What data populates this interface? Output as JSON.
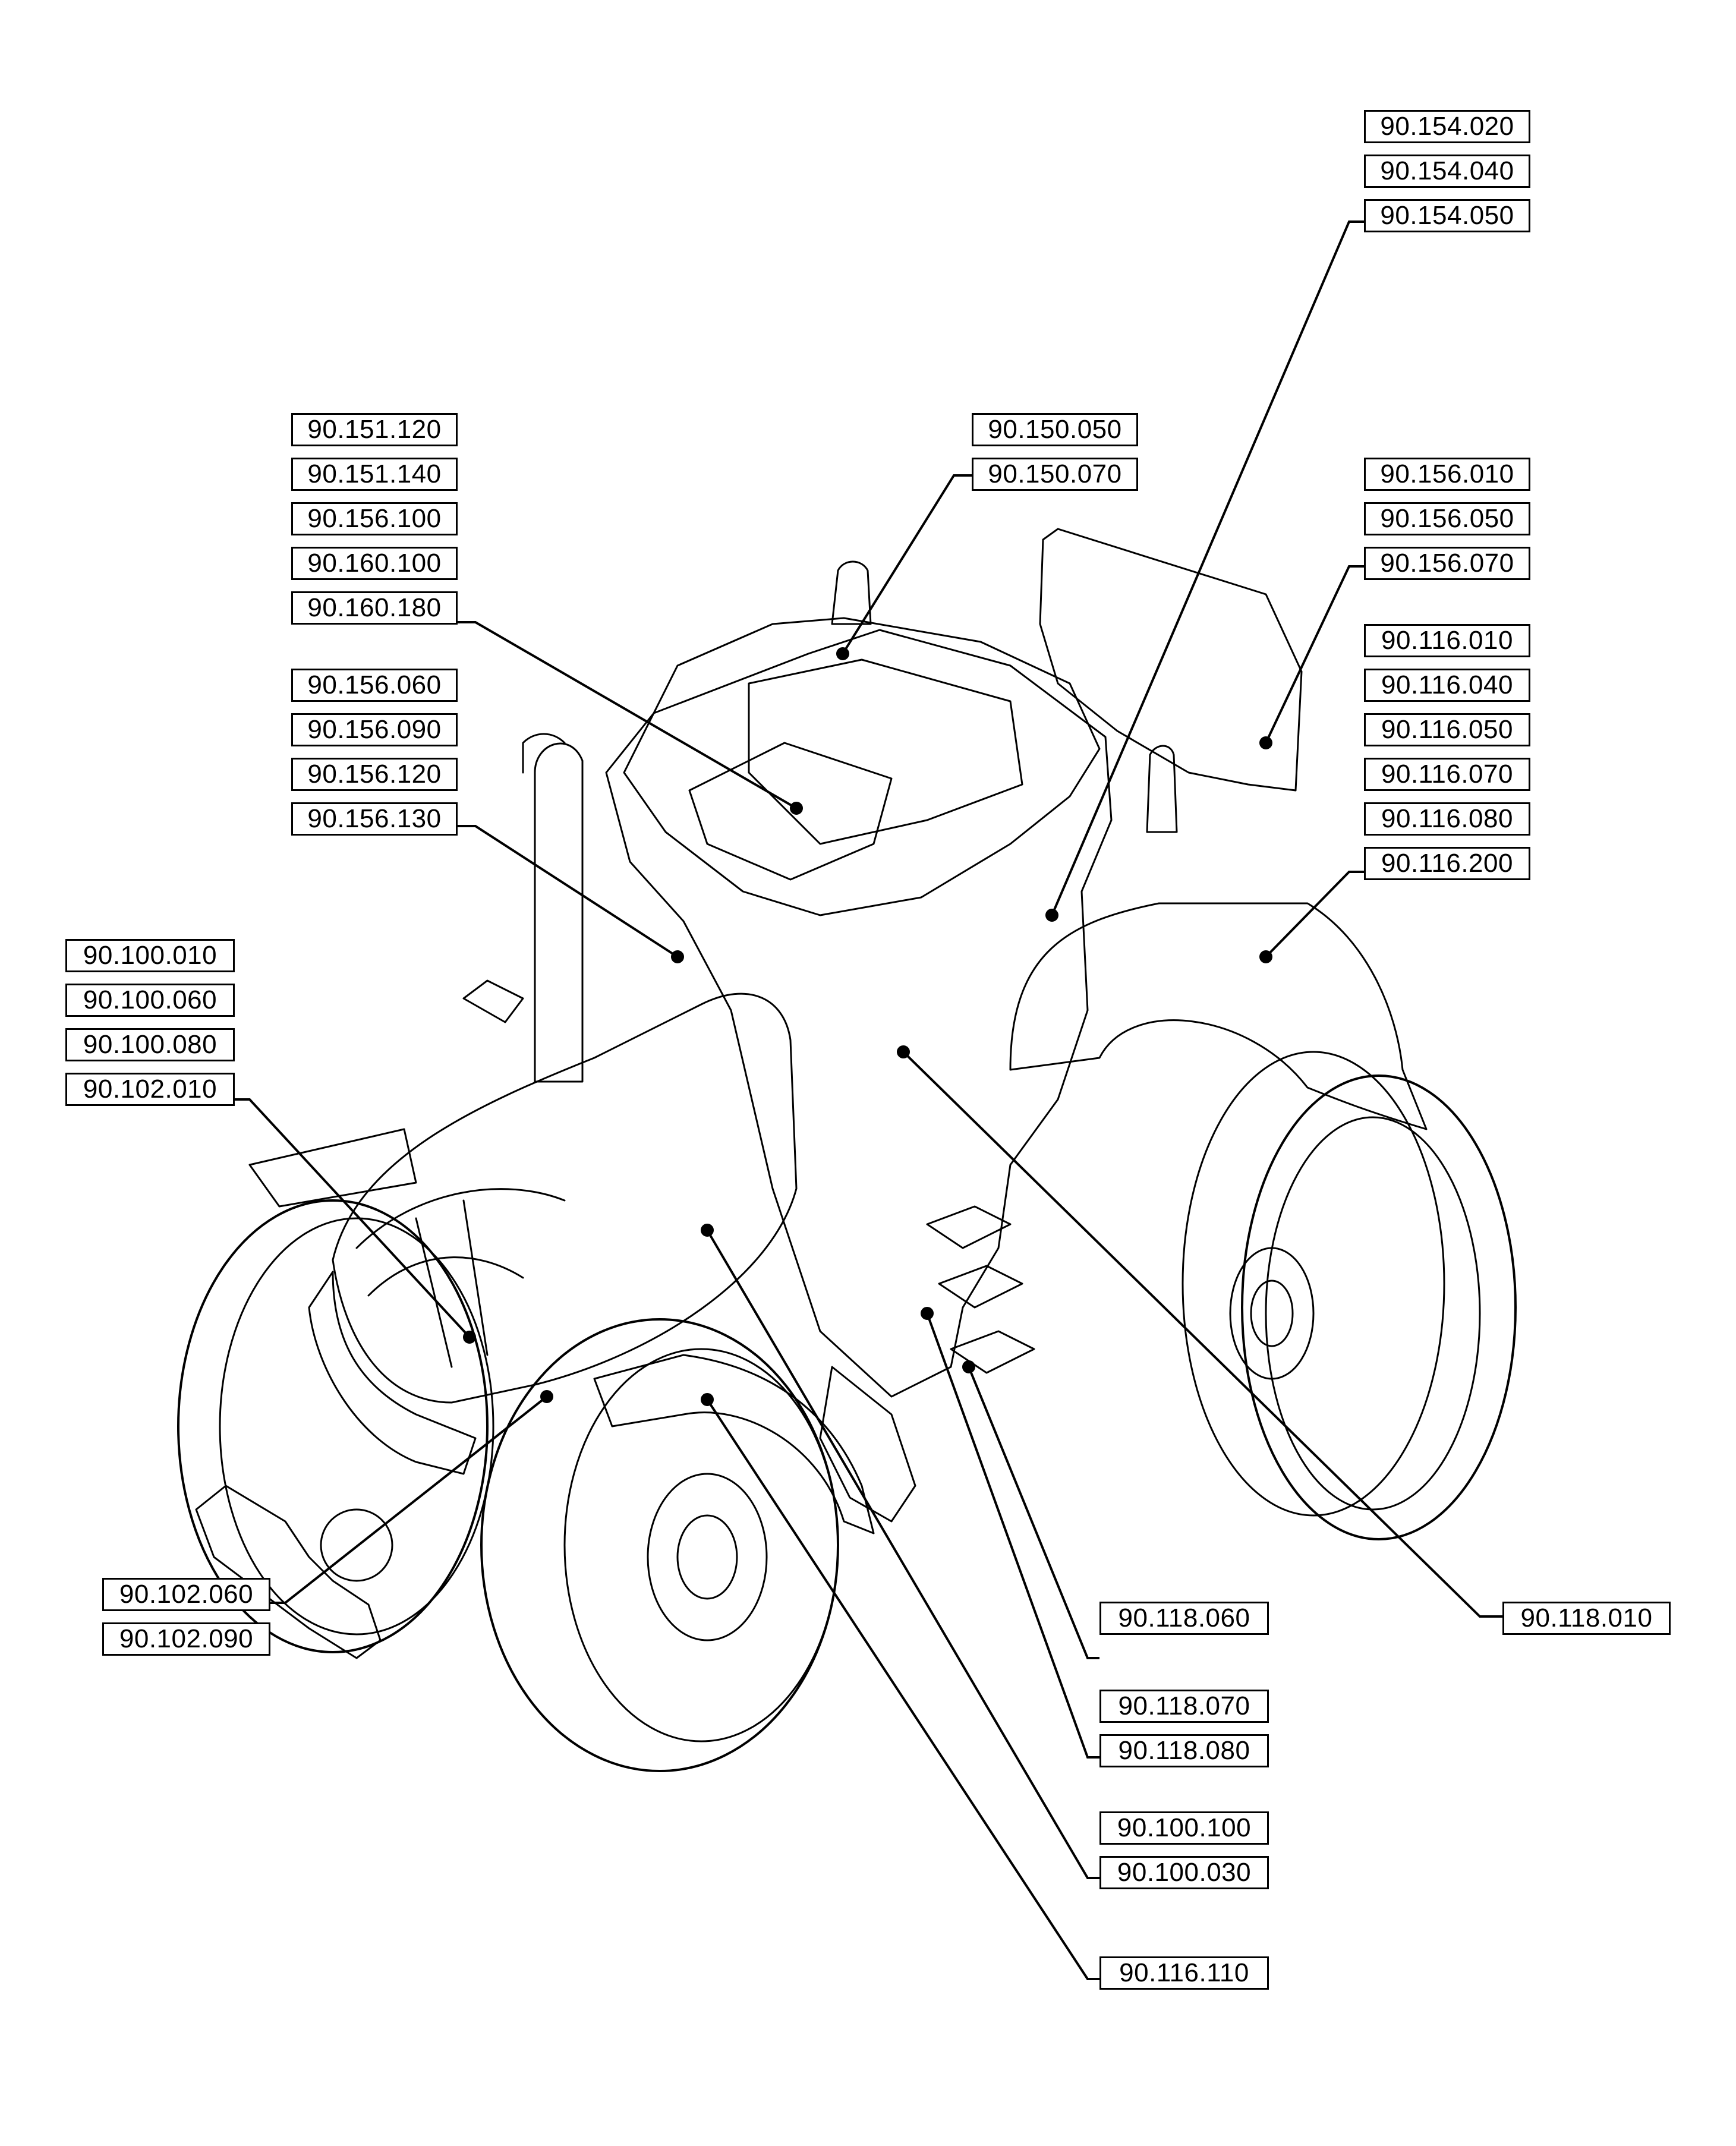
{
  "labels": {
    "l01": "90.154.020",
    "l02": "90.154.040",
    "l03": "90.154.050",
    "l04": "90.151.120",
    "l05": "90.151.140",
    "l06": "90.156.100",
    "l07": "90.160.100",
    "l08": "90.160.180",
    "l09": "90.150.050",
    "l10": "90.150.070",
    "l11": "90.156.010",
    "l12": "90.156.050",
    "l13": "90.156.070",
    "l14": "90.116.010",
    "l15": "90.116.040",
    "l16": "90.116.050",
    "l17": "90.116.070",
    "l18": "90.116.080",
    "l19": "90.116.200",
    "l20": "90.156.060",
    "l21": "90.156.090",
    "l22": "90.156.120",
    "l23": "90.156.130",
    "l24": "90.100.010",
    "l25": "90.100.060",
    "l26": "90.100.080",
    "l27": "90.102.010",
    "l28": "90.102.060",
    "l29": "90.102.090",
    "l30": "90.118.060",
    "l31": "90.118.010",
    "l32": "90.118.070",
    "l33": "90.118.080",
    "l34": "90.100.100",
    "l35": "90.100.030",
    "l36": "90.116.110"
  },
  "colors": {
    "line": "#000000",
    "background": "#ffffff"
  }
}
